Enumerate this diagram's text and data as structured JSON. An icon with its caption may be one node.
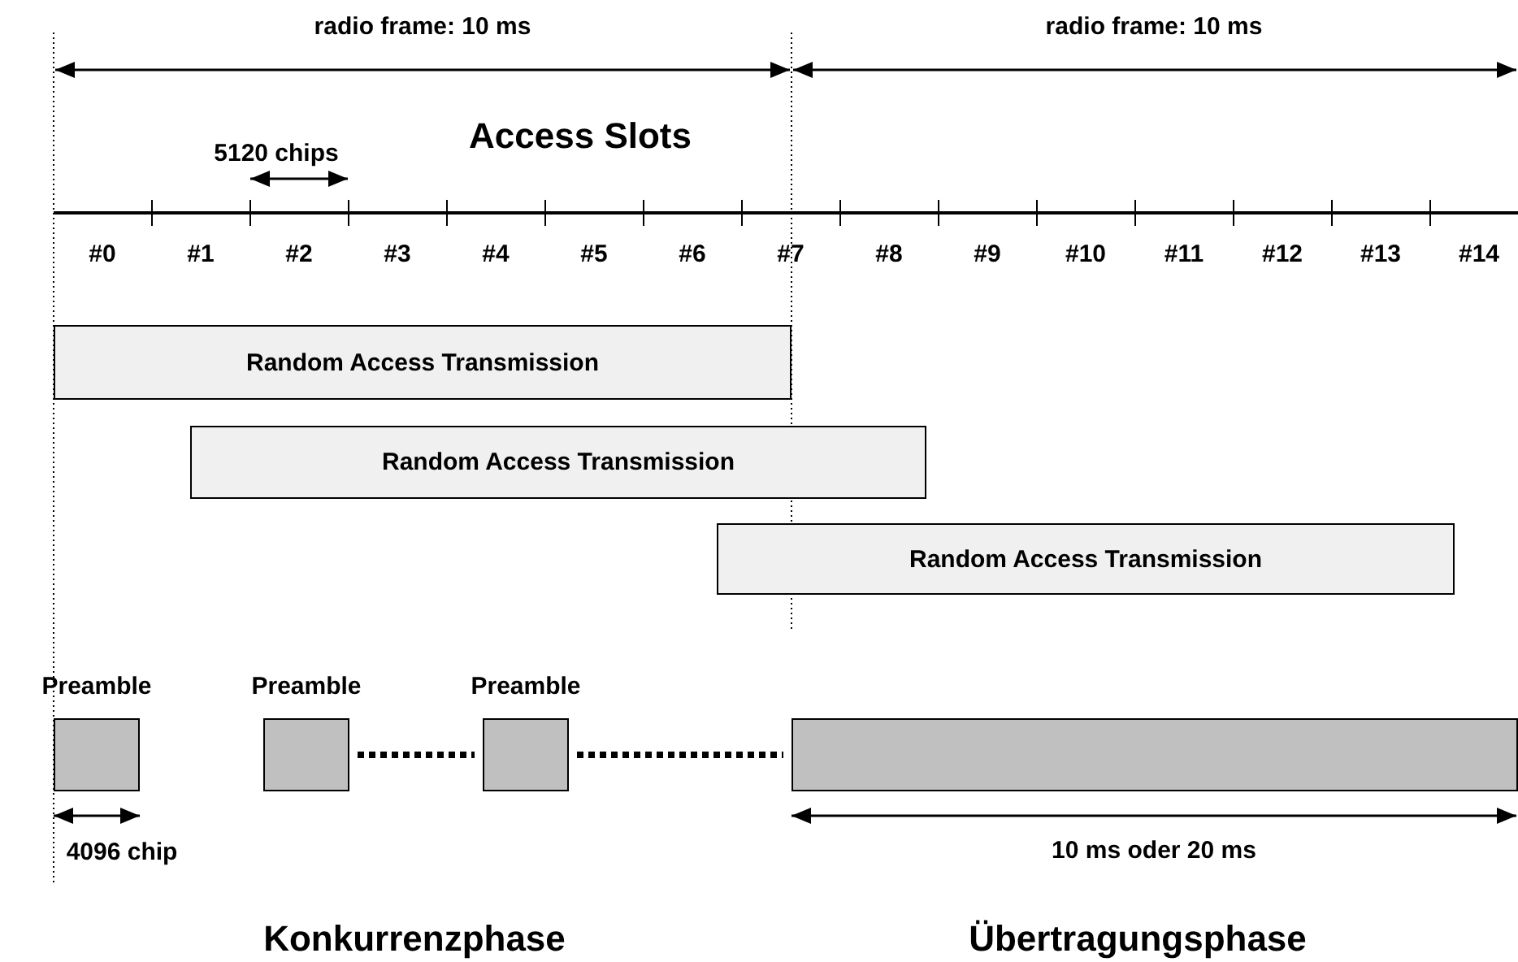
{
  "diagram": {
    "nodes": [
      {
        "text": [
          "Random Access Transmission"
        ]
      },
      {
        "text": [
          "Random Access Transmission"
        ]
      },
      {
        "text": [
          "Random Access Transmission"
        ]
      },
      {
        "text": [
          "Preamble"
        ]
      },
      {
        "text": [
          "Preamble"
        ]
      },
      {
        "text": [
          "Preamble"
        ]
      },
      {
        "text": [],
        "shape": "bar"
      }
    ],
    "edges": [
      {
        "from": 4,
        "to": 5,
        "arrow": "none",
        "style": "dashed"
      },
      {
        "from": 5,
        "to": 6,
        "arrow": "none",
        "style": "dashed"
      }
    ],
    "labels": [
      "radio frame: 10 ms",
      "radio frame: 10 ms",
      "Access Slots",
      "5120 chips",
      "#0",
      "#1",
      "#2",
      "#3",
      "#4",
      "#5",
      "#6",
      "#7",
      "#8",
      "#9",
      "#10",
      "#11",
      "#12",
      "#13",
      "#14",
      "4096 chip",
      "10 ms oder 20 ms",
      "Konkurrenzphase",
      "Übertragungsphase"
    ]
  }
}
